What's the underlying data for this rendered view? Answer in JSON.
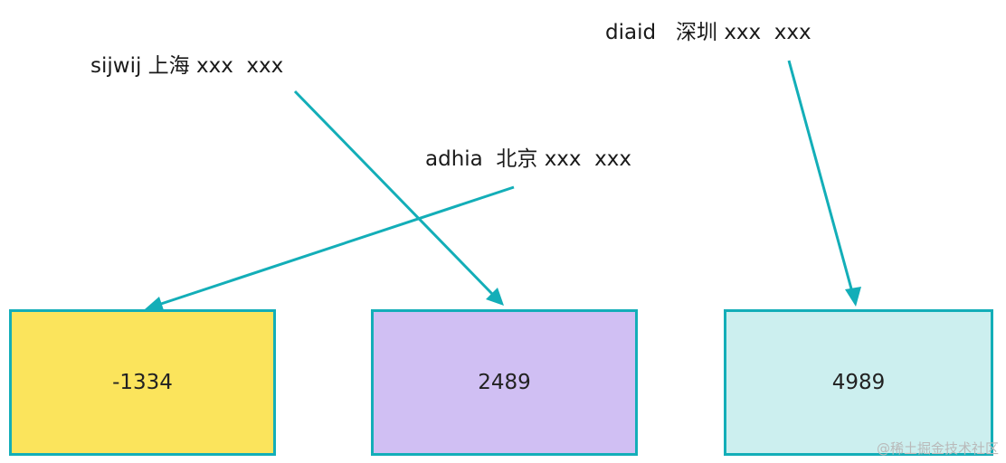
{
  "labels": {
    "sijwij": "sijwij 上海 xxx  xxx",
    "adhia": "adhia  北京 xxx  xxx",
    "diaid": "diaid   深圳 xxx  xxx"
  },
  "boxes": [
    {
      "value": "-1334",
      "fill": "#fbe45c"
    },
    {
      "value": "2489",
      "fill": "#d0bff3"
    },
    {
      "value": "4989",
      "fill": "#ccefef"
    }
  ],
  "colors": {
    "arrow": "#13aeb8",
    "border": "#13aeb8"
  },
  "watermark": "@稀土掘金技术社区"
}
